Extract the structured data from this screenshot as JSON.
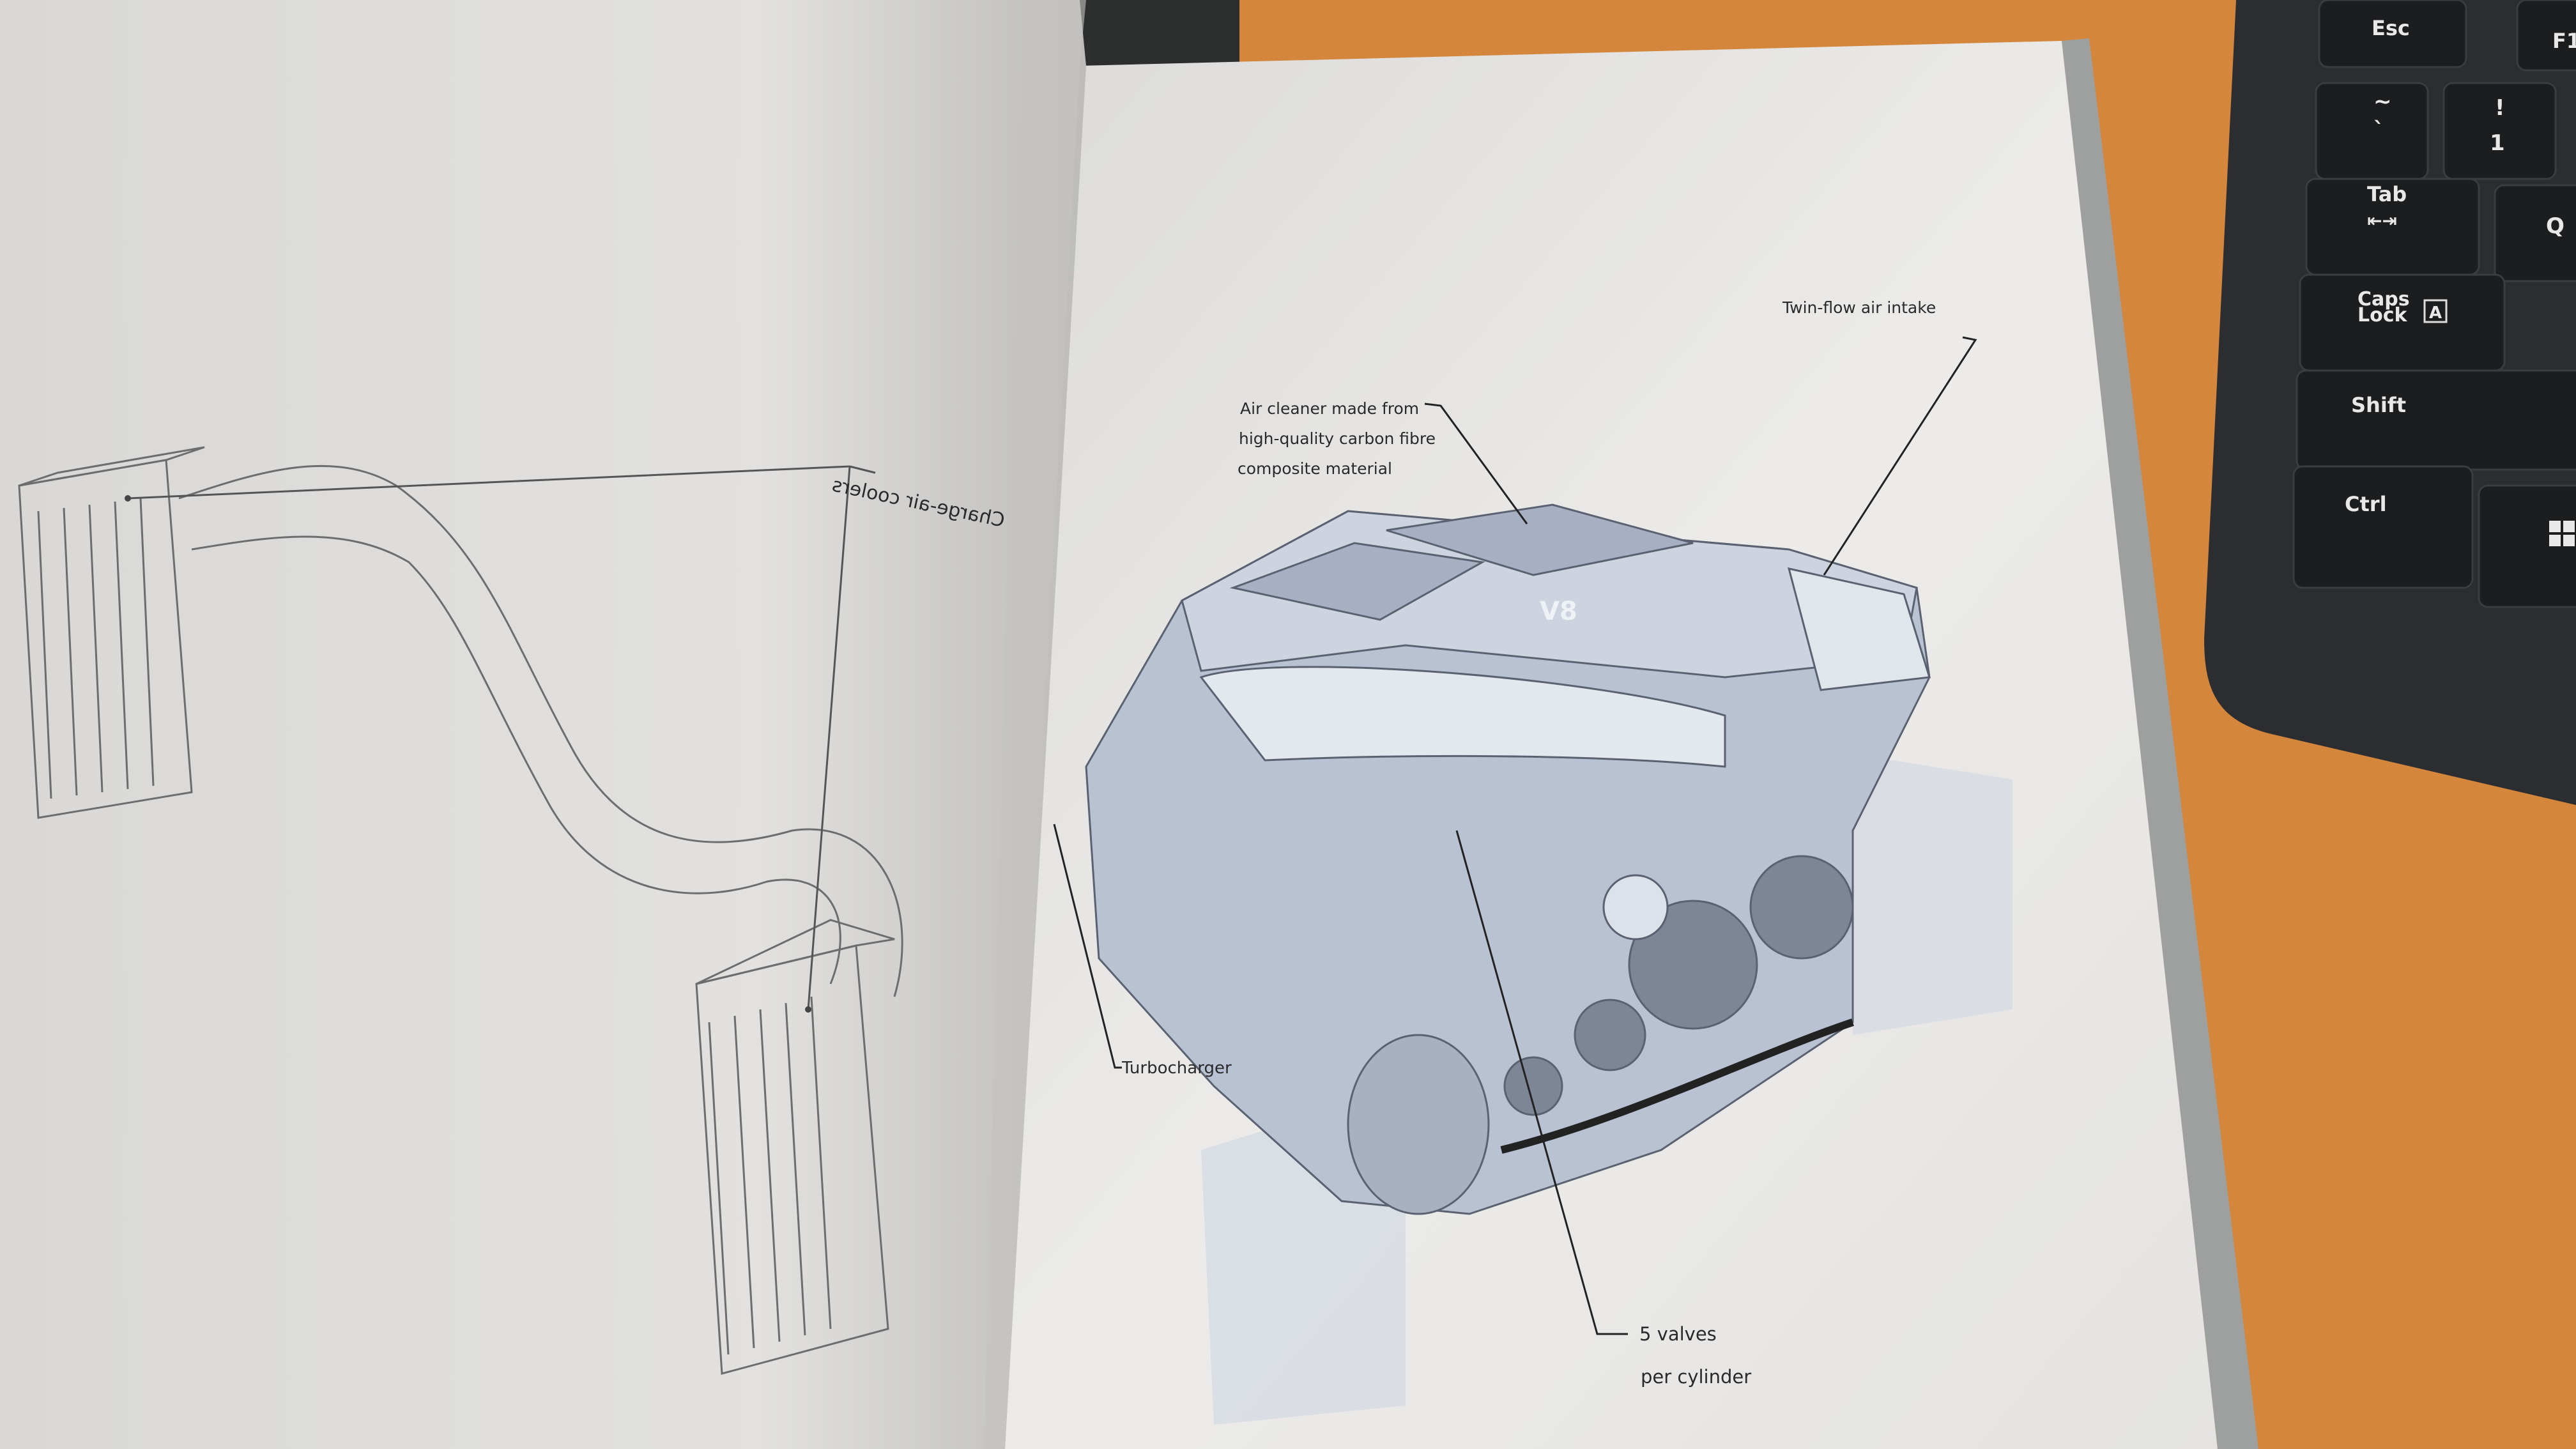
{
  "left_page": {
    "label": "Charge-air coolers"
  },
  "right_page": {
    "labels": {
      "air_cleaner": [
        "Air cleaner made from",
        "high-quality carbon fibre",
        "composite material"
      ],
      "twin_flow": "Twin-flow air intake",
      "turbocharger": "Turbocharger",
      "valves": [
        "5 valves",
        "per cylinder"
      ]
    },
    "engine_badge": "V8"
  },
  "keyboard": {
    "keys": {
      "esc": "Esc",
      "f1": "F1",
      "tilde_top": "~",
      "tilde_bottom": "`",
      "one_top": "!",
      "one_bottom": "1",
      "tab": "Tab",
      "tab_arrows": "⇤⇥",
      "q": "Q",
      "caps": [
        "Caps",
        "Lock"
      ],
      "caps_a": "A",
      "shift": "Shift",
      "ctrl": "Ctrl"
    }
  },
  "colors": {
    "desk": "#d4873c",
    "page": "#e6e5e3",
    "keyboard": "#2b2d30",
    "engine": "#b9c2d2"
  }
}
